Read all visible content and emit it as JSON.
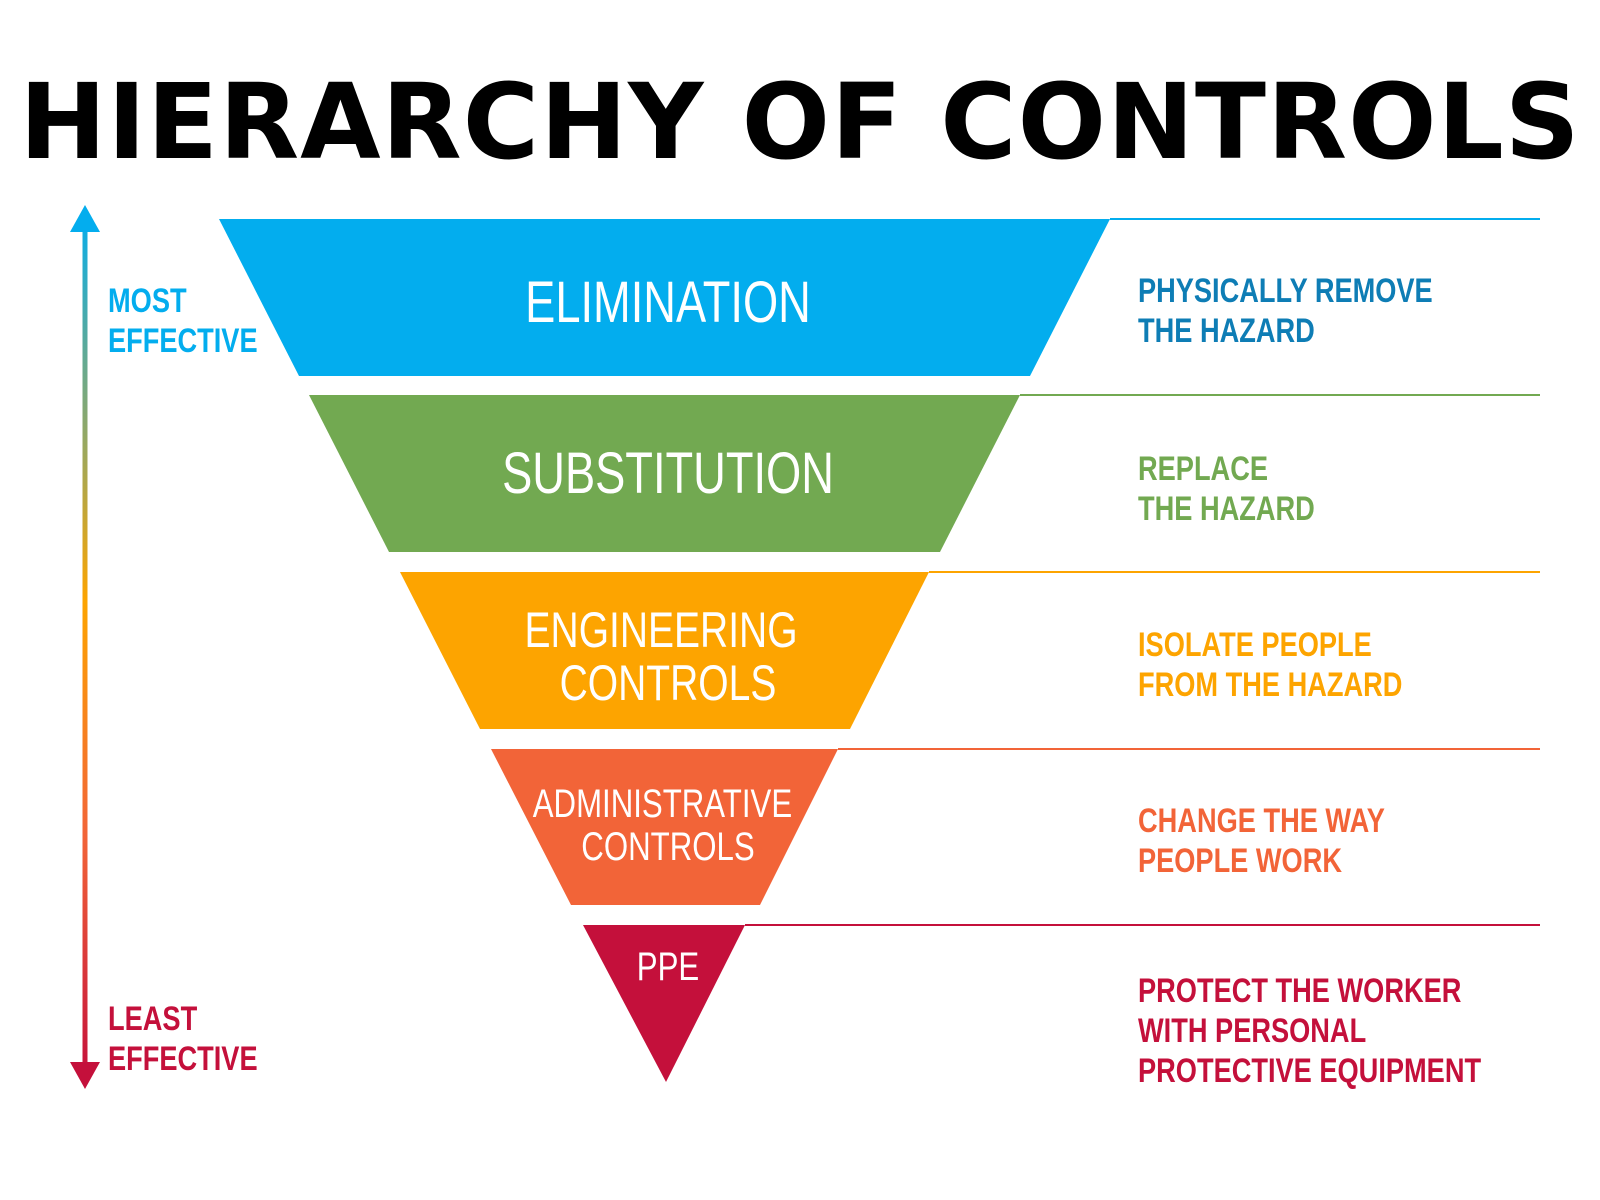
{
  "title": "HIERARCHY OF CONTROLS",
  "scale": {
    "top_label": [
      "MOST",
      "EFFECTIVE"
    ],
    "bottom_label": [
      "LEAST",
      "EFFECTIVE"
    ]
  },
  "levels": [
    {
      "label": [
        "ELIMINATION"
      ],
      "description": [
        "PHYSICALLY REMOVE",
        "THE HAZARD"
      ],
      "color": "#03ADEE",
      "text_color": "#0E7DB5"
    },
    {
      "label": [
        "SUBSTITUTION"
      ],
      "description": [
        "REPLACE",
        "THE HAZARD"
      ],
      "color": "#72A951",
      "text_color": "#72A951"
    },
    {
      "label": [
        "ENGINEERING",
        "CONTROLS"
      ],
      "description": [
        "ISOLATE PEOPLE",
        "FROM THE HAZARD"
      ],
      "color": "#FDA400",
      "text_color": "#FDA400"
    },
    {
      "label": [
        "ADMINISTRATIVE",
        "CONTROLS"
      ],
      "description": [
        "CHANGE THE WAY",
        "PEOPLE WORK"
      ],
      "color": "#F26438",
      "text_color": "#F26438"
    },
    {
      "label": [
        "PPE"
      ],
      "description": [
        "PROTECT THE WORKER",
        "WITH PERSONAL",
        "PROTECTIVE EQUIPMENT"
      ],
      "color": "#C4103B",
      "text_color": "#C4103B"
    }
  ]
}
